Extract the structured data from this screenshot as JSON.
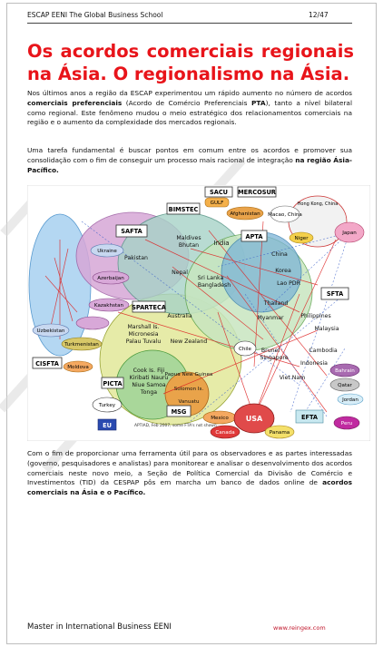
{
  "header": {
    "left": "ESCAP EENI  The Global Business School",
    "page": "12/47"
  },
  "title": "Os acordos comerciais regionais na Ásia. O regionalismo na Ásia.",
  "p1": {
    "t1": "Nos últimos anos a região da ESCAP experimentou um rápido aumento no número de acordos ",
    "b1": "comerciais preferenciais",
    "t2": " (Acordo de Comércio Preferenciais ",
    "b2": "PTA",
    "t3": "), tanto a nível bilateral como regional. Este fenômeno mudou o meio estratégico dos relacionamentos comerciais na região e o aumento da complexidade dos mercados regionais."
  },
  "p2": {
    "t1": "Uma tarefa fundamental é buscar pontos em comum entre os acordos e promover sua consolidação com o fim de conseguir um processo mais racional de integração ",
    "b1": "na região Ásia-Pacífico."
  },
  "p3": {
    "t1": "Com o fim de proporcionar uma ferramenta útil para os observadores e as partes interessadas (governo, pesquisadores e analistas) para monitorear e analisar o desenvolvimento dos acordos comerciais neste novo meio, a Seção de Política Comercial da Divisão de Comércio e Investimentos (TID) da CESPAP pôs em marcha um banco de dados online de ",
    "b1": "acordos comerciais na Ásia e o Pacífico."
  },
  "figure": {
    "labels": {
      "gulf": "GULF",
      "sacu": "SACU",
      "mercosur": "MERCOSUR",
      "hongkong": "Hong Kong, China",
      "afghanistan": "Afghanistan",
      "macao": "Macao, China",
      "bimstec": "BIMSTEC",
      "japan": "Japan",
      "saftа": "SAFTA",
      "maldives": "Maldives",
      "bhutan": "Bhutan",
      "india": "India",
      "apta": "APTA",
      "niger": "Niger",
      "ukraine": "Ukraine",
      "pakistan": "Pakistan",
      "nepal": "Nepal",
      "china": "China",
      "srilanka": "Sri Lanka",
      "bangladesh": "Bangladesh",
      "korea": "Korea",
      "lao": "Lao PDR",
      "sfta": "SFTA",
      "azerbaijan": "Azerbaijan",
      "kazakhstan": "Kazakhstan",
      "sparteca": "SPARTECA",
      "australia": "Australia",
      "philippines": "Philippines",
      "malaysia": "Malaysia",
      "marshall": "Marshall Is.",
      "micronesia": "Micronesia",
      "palau": "Palau Tuvalu",
      "newzealand": "New Zealand",
      "myanmar": "Myanmar",
      "thailand": "Thailand",
      "uzbekistan": "Uzbekistan",
      "turkmenistan": "Turkmenistan",
      "brunei": "Brunei",
      "singapore": "Singapore",
      "cambodia": "Cambodia",
      "indonesia": "Indonesia",
      "cisfta": "CISFTA",
      "moldova": "Moldova",
      "chile": "Chile",
      "vietnam": "Viet Nam",
      "picta": "PICTA",
      "cook": "Cook Is. Fiji",
      "kiribati": "Kiribati Nauru",
      "niue": "Niue Samoa",
      "tonga": "Tonga",
      "png": "Papua New Guinea",
      "solomon": "Solomon Is.",
      "vanuatu": "Vanuatu",
      "turkey": "Turkey",
      "eu": "EU",
      "msg": "MSG",
      "mexico": "Mexico",
      "canada": "Canada",
      "usa": "USA",
      "panama": "Panama",
      "efta": "EFTA",
      "bahrain": "Bahrain",
      "qatar": "Qatar",
      "jordan": "Jordan",
      "peru": "Peru",
      "note": "APTIAD, Feb 2007, some FTA's not shown"
    }
  },
  "footer": {
    "left": "Master in International Business EENI",
    "right": "www.reingex.com"
  }
}
